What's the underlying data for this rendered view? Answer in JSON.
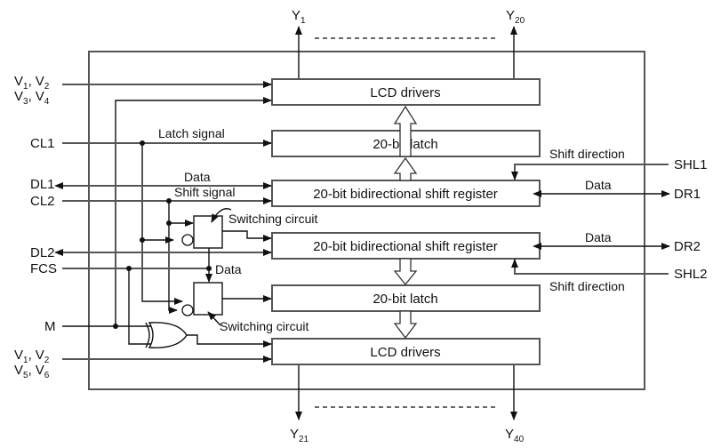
{
  "outputs": {
    "top_first": {
      "base": "Y",
      "sub": "1"
    },
    "top_last": {
      "base": "Y",
      "sub": "20"
    },
    "bottom_first": {
      "base": "Y",
      "sub": "21"
    },
    "bottom_last": {
      "base": "Y",
      "sub": "40"
    }
  },
  "inputs_left": {
    "v_top_line1": [
      {
        "base": "V",
        "sub": "1"
      },
      {
        "base": "V",
        "sub": "2"
      }
    ],
    "v_top_line2": [
      {
        "base": "V",
        "sub": "3"
      },
      {
        "base": "V",
        "sub": "4"
      }
    ],
    "cl1": "CL1",
    "dl1": "DL1",
    "cl2": "CL2",
    "dl2": "DL2",
    "fcs": "FCS",
    "m": "M",
    "v_bottom_line1": [
      {
        "base": "V",
        "sub": "1"
      },
      {
        "base": "V",
        "sub": "2"
      }
    ],
    "v_bottom_line2": [
      {
        "base": "V",
        "sub": "5"
      },
      {
        "base": "V",
        "sub": "6"
      }
    ]
  },
  "inputs_right": {
    "shl1": "SHL1",
    "dr1": "DR1",
    "dr2": "DR2",
    "shl2": "SHL2"
  },
  "blocks": {
    "lcd_top": "LCD drivers",
    "latch_top": "20-bit latch",
    "shift_top": "20-bit bidirectional shift register",
    "shift_bottom": "20-bit bidirectional shift register",
    "latch_bottom": "20-bit latch",
    "lcd_bottom": "LCD drivers"
  },
  "annotations": {
    "latch_signal": "Latch signal",
    "data_left": "Data",
    "shift_signal": "Shift signal",
    "switching_top": "Switching circuit",
    "data_mid": "Data",
    "switching_bottom": "Switching circuit",
    "shift_direction_top": "Shift direction",
    "data_right_top": "Data",
    "data_right_bottom": "Data",
    "shift_direction_bottom": "Shift direction"
  },
  "separator": ","
}
